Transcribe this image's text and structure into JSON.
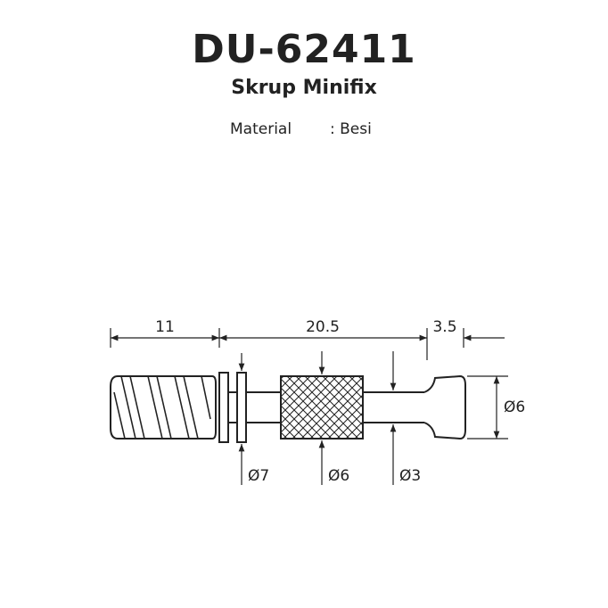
{
  "header": {
    "title": "DU-62411",
    "subtitle": "Skrup Minifix"
  },
  "spec": {
    "label": "Material",
    "value": ": Besi"
  },
  "dimensions": {
    "thread_length": "11",
    "shaft_length": "20.5",
    "head_length": "3.5",
    "head_diameter": "Ø6",
    "collar_diameter": "Ø7",
    "knurl_diameter": "Ø6",
    "neck_diameter": "Ø3"
  }
}
